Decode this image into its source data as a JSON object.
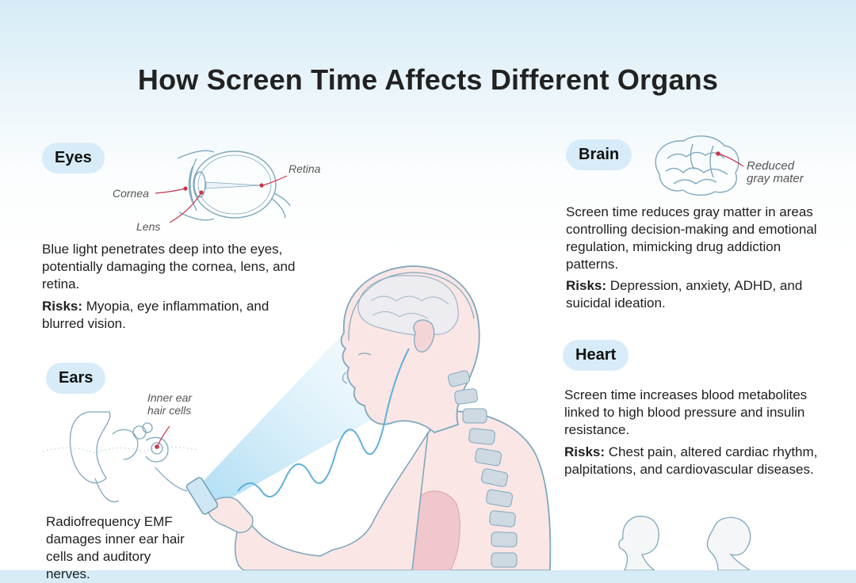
{
  "title": "How Screen Time Affects Different Organs",
  "colors": {
    "pill": "#d7ecf8",
    "line": "#7fa8bd",
    "accent": "#c9364c",
    "beam": "#bfe3f6",
    "skin": "#fbe6e6"
  },
  "eyes": {
    "label": "Eyes",
    "labels": {
      "cornea": "Cornea",
      "lens": "Lens",
      "retina": "Retina"
    },
    "text": "Blue light penetrates deep into the eyes, potentially damaging the cornea, lens, and retina.",
    "risks_label": "Risks:",
    "risks": "Myopia, eye inflammation, and blurred vision.",
    "icon": "eye-anatomy-icon"
  },
  "ears": {
    "label": "Ears",
    "hair_label_1": "Inner ear",
    "hair_label_2": "hair cells",
    "text_1": "Radiofrequency EMF",
    "text_2": "damages inner ear hair",
    "text_3": "cells and auditory",
    "text_4": "nerves.",
    "icon": "ear-anatomy-icon"
  },
  "brain": {
    "label": "Brain",
    "note_1": "Reduced",
    "note_2": "gray mater",
    "text": "Screen time reduces gray matter in areas controlling decision-making and emotional regulation, mimicking drug addiction patterns.",
    "risks_label": "Risks:",
    "risks": "Depression, anxiety, ADHD, and suicidal ideation.",
    "icon": "brain-icon"
  },
  "heart": {
    "label": "Heart",
    "text": "Screen time increases blood metabolites linked to high blood pressure and insulin resistance.",
    "risks_label": "Risks:",
    "risks": "Chest pain, altered cardiac rhythm, palpitations, and cardiovascular diseases.",
    "icon": "heart-icon"
  },
  "figure": {
    "icon": "person-with-phone-illustration"
  }
}
